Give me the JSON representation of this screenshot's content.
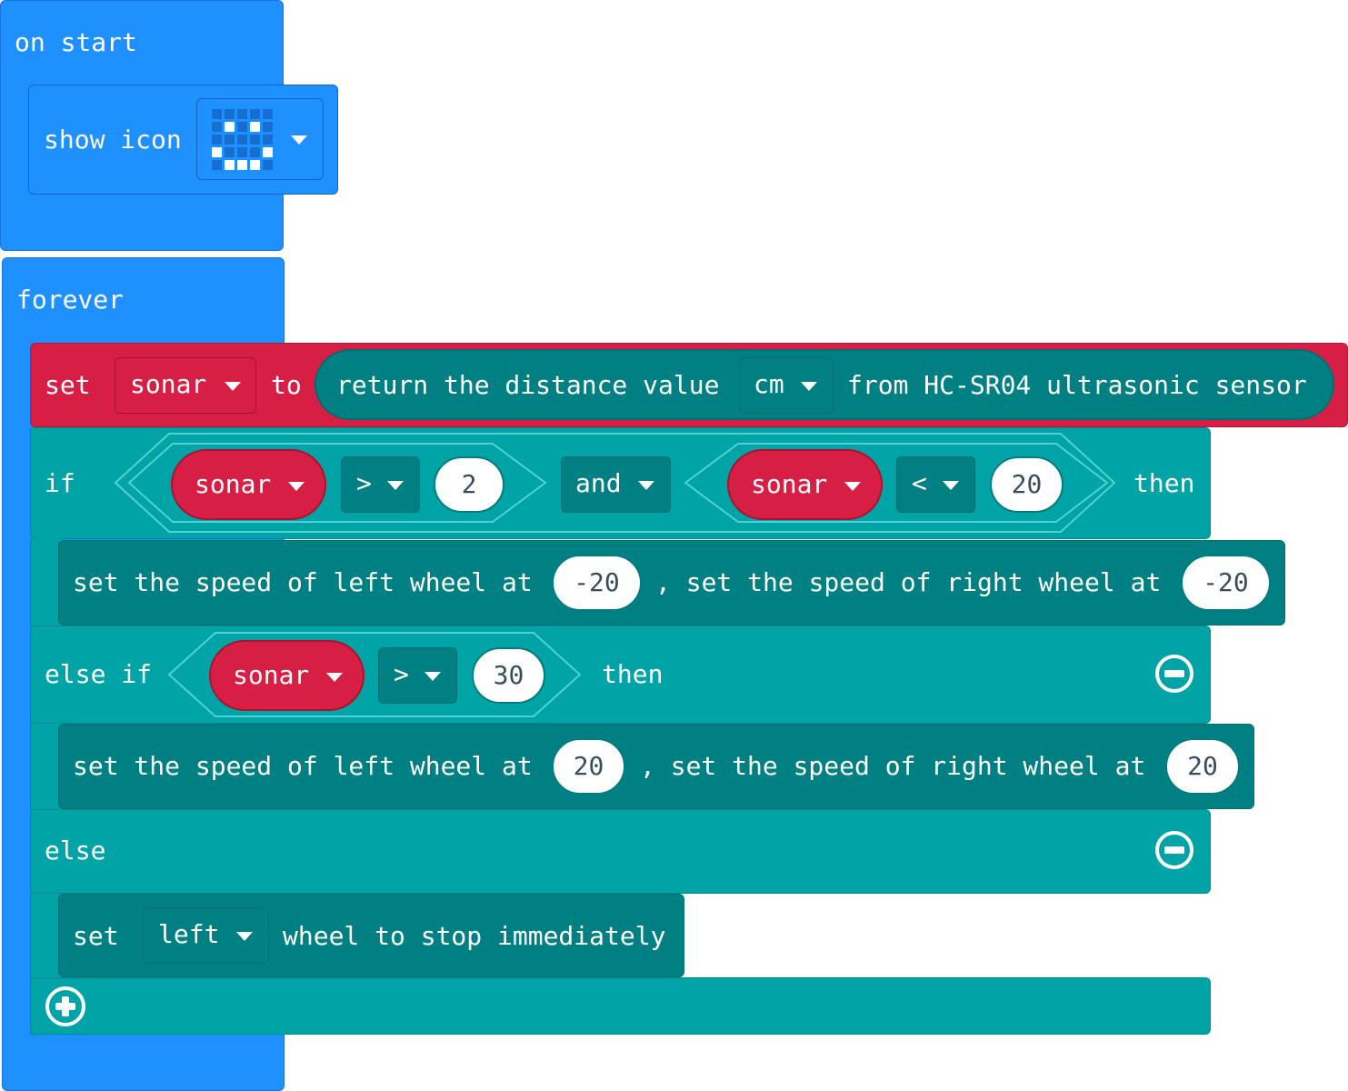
{
  "on_start": {
    "label": "on start",
    "show_icon": {
      "label": "show icon",
      "icon": "smiley-led-icon"
    }
  },
  "forever": {
    "label": "forever",
    "set_sonar": {
      "set": "set",
      "var": "sonar",
      "to": "to",
      "call_prefix": "return the distance value",
      "unit": "cm",
      "call_suffix": "from HC-SR04 ultrasonic sensor"
    },
    "if_block": {
      "if": "if",
      "cond1": {
        "var": "sonar",
        "op": ">",
        "value": "2"
      },
      "logic": "and",
      "cond2": {
        "var": "sonar",
        "op": "<",
        "value": "20"
      },
      "then": "then",
      "action": {
        "left_text": "set the speed of left wheel at",
        "left_value": "-20",
        "sep": ", set the speed of right wheel at",
        "right_value": "-20"
      },
      "elseif": "else if",
      "cond3": {
        "var": "sonar",
        "op": ">",
        "value": "30"
      },
      "then2": "then",
      "action2": {
        "left_text": "set the speed of left wheel at",
        "left_value": "20",
        "sep": ", set the speed of right wheel at",
        "right_value": "20"
      },
      "else": "else",
      "stop": {
        "set": "set",
        "wheel": "left",
        "text": "wheel to stop immediately"
      }
    }
  },
  "colors": {
    "basic": "#1e90ff",
    "variables": "#d71f45",
    "logic": "#00a4a6",
    "extension": "#008083"
  }
}
